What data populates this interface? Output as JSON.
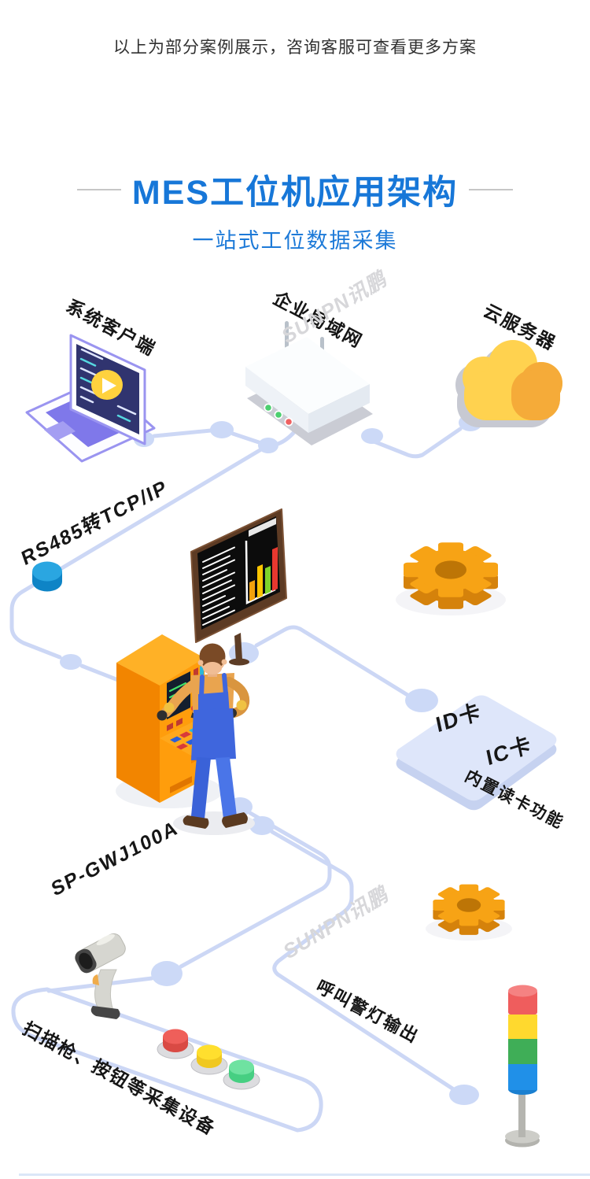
{
  "page": {
    "header_note": "以上为部分案例展示，咨询客服可查看更多方案",
    "title": "MES工位机应用架构",
    "subtitle": "一站式工位数据采集",
    "watermark": "SUNPN讯鹏"
  },
  "diagram": {
    "labels": {
      "client": "系统客户端",
      "lan": "企业局域网",
      "cloud": "云服务器",
      "converter": "RS485转TCP/IP",
      "model": "SP-GWJ100A",
      "id_card": "ID卡",
      "ic_card": "IC卡",
      "card_feature": "内置读卡功能",
      "alarm_output": "呼叫警灯输出",
      "collect_devices": "扫描枪、按钮等采集设备"
    },
    "colors": {
      "accent_blue": "#1777d8",
      "connector": "#ccd7f5",
      "gear_orange": "#f7a315",
      "cloud_yellow": "#ffd24f",
      "kiosk_orange": "#ff9d0c",
      "converter_blue": "#2aa6e1",
      "card_lavender": "#dee6fa",
      "alarm_red": "#ef5d5d",
      "alarm_yellow": "#ffd92e",
      "alarm_green": "#3fae57",
      "alarm_blue": "#2090e8"
    }
  }
}
